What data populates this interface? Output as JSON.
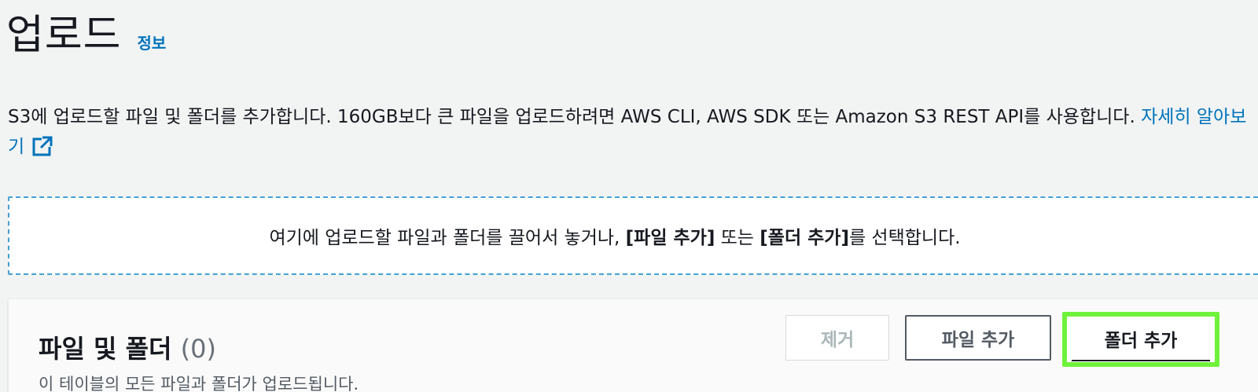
{
  "header": {
    "title": "업로드",
    "info_link": "정보"
  },
  "description": {
    "text": "S3에 업로드할 파일 및 폴더를 추가합니다. 160GB보다 큰 파일을 업로드하려면 AWS CLI, AWS SDK 또는 Amazon S3 REST API를 사용합니다. ",
    "learn_more": "자세히 알아보기",
    "learn_more_icon": "external-link-icon"
  },
  "dropzone": {
    "text_before": "여기에 업로드할 파일과 폴더를 끌어서 놓거나, ",
    "add_files_ref": "[파일 추가]",
    "text_mid": " 또는 ",
    "add_folder_ref": "[폴더 추가]",
    "text_after": "를 선택합니다."
  },
  "files_panel": {
    "title": "파일 및 폴더",
    "count": "(0)",
    "subtitle": "이 테이블의 모든 파일과 폴더가 업로드됩니다.",
    "remove_label": "제거",
    "add_files_label": "파일 추가",
    "add_folder_label": "폴더 추가"
  },
  "colors": {
    "link": "#0073bb",
    "dropzone_border": "#44a1d3",
    "highlight": "#6ff23b",
    "text": "#16191f"
  }
}
